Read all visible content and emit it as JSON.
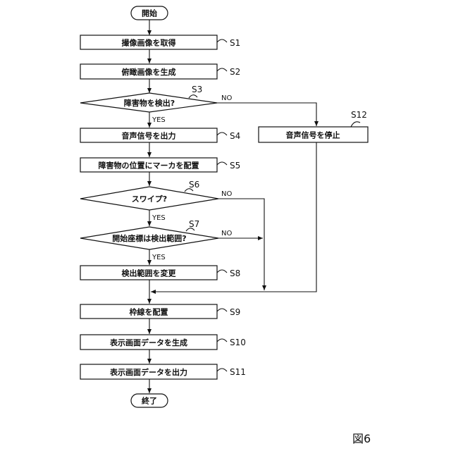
{
  "figure": {
    "label": "図6"
  },
  "flowchart": {
    "start": "開始",
    "end": "終了",
    "steps": {
      "s1": {
        "id": "S1",
        "text": "撮像画像を取得"
      },
      "s2": {
        "id": "S2",
        "text": "俯瞰画像を生成"
      },
      "s3": {
        "id": "S3",
        "text": "障害物を検出?"
      },
      "s4": {
        "id": "S4",
        "text": "音声信号を出力"
      },
      "s5": {
        "id": "S5",
        "text": "障害物の位置にマーカを配置"
      },
      "s6": {
        "id": "S6",
        "text": "スワイプ?"
      },
      "s7": {
        "id": "S7",
        "text": "開始座標は検出範囲?"
      },
      "s8": {
        "id": "S8",
        "text": "検出範囲を変更"
      },
      "s9": {
        "id": "S9",
        "text": "枠線を配置"
      },
      "s10": {
        "id": "S10",
        "text": "表示画面データを生成"
      },
      "s11": {
        "id": "S11",
        "text": "表示画面データを出力"
      },
      "s12": {
        "id": "S12",
        "text": "音声信号を停止"
      }
    },
    "branch_labels": {
      "s3_yes": "YES",
      "s3_no": "NO",
      "s6_yes": "YES",
      "s6_no": "NO",
      "s7_yes": "YES",
      "s7_no": "NO"
    }
  }
}
